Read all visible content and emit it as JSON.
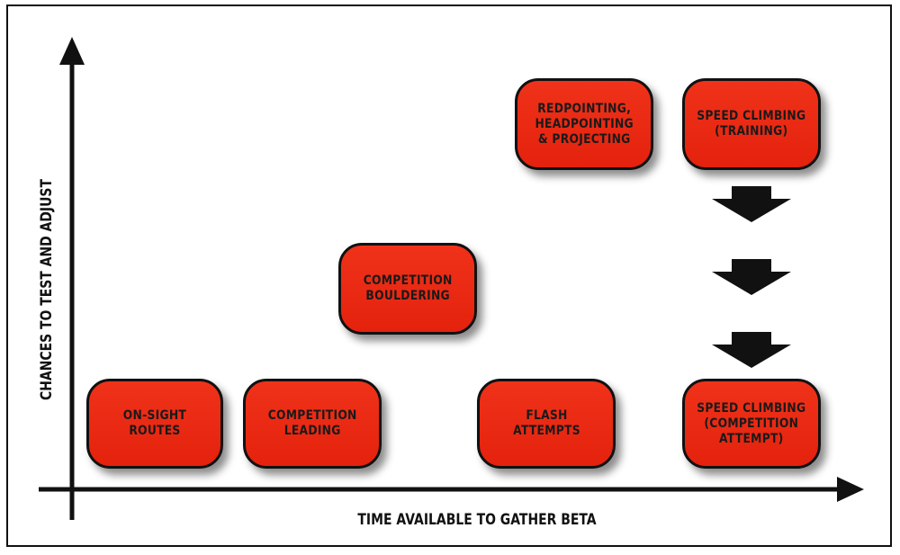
{
  "axes": {
    "y_label": "CHANCES TO TEST AND ADJUST",
    "x_label": "TIME AVAILABLE TO GATHER BETA"
  },
  "boxes": {
    "on_sight_routes": "ON-SIGHT\nROUTES",
    "competition_leading": "COMPETITION\nLEADING",
    "competition_bouldering": "COMPETITION\nBOULDERING",
    "flash_attempts": "FLASH\nATTEMPTS",
    "redpointing": "REDPOINTING,\nHEADPOINTING\n& PROJECTING",
    "speed_training": "SPEED CLIMBING\n(TRAINING)",
    "speed_competition": "SPEED CLIMBING\n(COMPETITION\nATTEMPT)"
  },
  "colors": {
    "box_fill": "#e8240f",
    "ink": "#111111"
  },
  "down_arrow_count": 3
}
